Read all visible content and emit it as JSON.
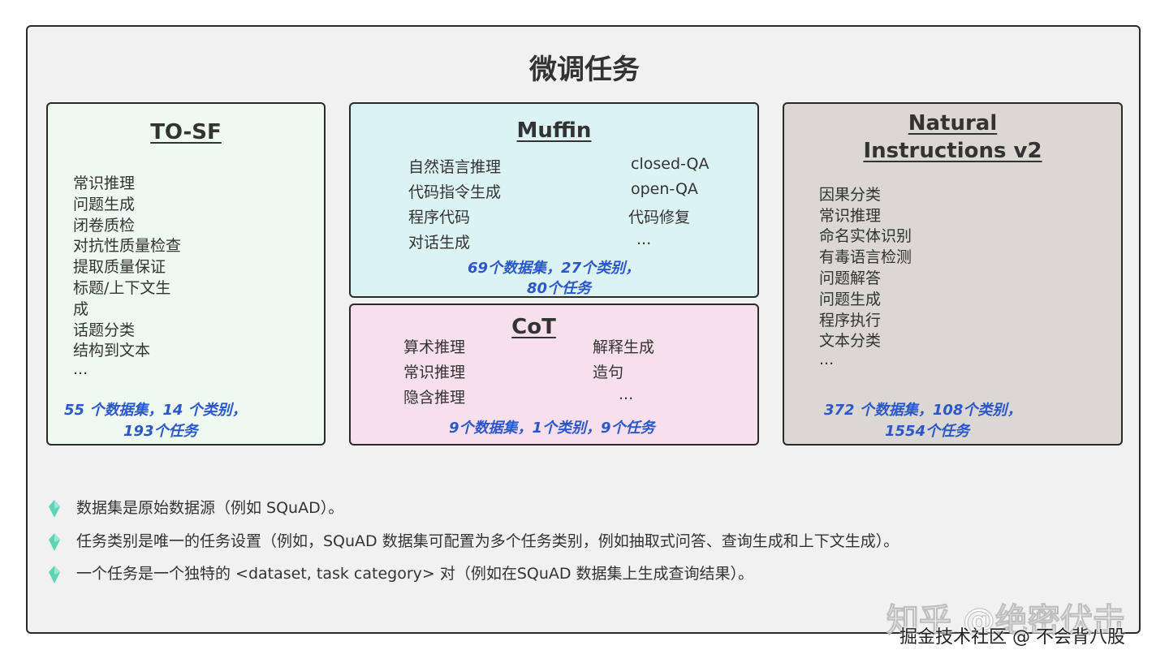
{
  "title": "微调任务",
  "tosf": {
    "title": "TO-SF",
    "items": [
      "常识推理",
      "问题生成",
      "闭卷质检",
      "对抗性质量检查",
      "提取质量保证",
      "标题/上下文生",
      "成",
      "话题分类",
      "结构到文本",
      "..."
    ],
    "stats_line1": "55 个数据集，14 个类别，",
    "stats_line2": "193个任务"
  },
  "muffin": {
    "title": "Muffin",
    "left_items": [
      "自然语言推理",
      "代码指令生成",
      "程序代码",
      "对话生成"
    ],
    "right_items": [
      "closed-QA",
      "open-QA",
      "代码修复",
      "..."
    ],
    "stats_line1": "69个数据集，27个类别，",
    "stats_line2": "80个任务"
  },
  "cot": {
    "title": "CoT",
    "left_items": [
      "算术推理",
      "常识推理",
      "隐含推理"
    ],
    "right_items": [
      "解释生成",
      "造句",
      "..."
    ],
    "stats": "9个数据集，1个类别，9个任务"
  },
  "niv2": {
    "title_line1": "Natural",
    "title_line2": "Instructions v2",
    "items": [
      "因果分类",
      "常识推理",
      "命名实体识别",
      "有毒语言检测",
      "问题解答",
      "问题生成",
      "程序执行",
      "文本分类",
      "..."
    ],
    "stats_line1": "372 个数据集，108个类别，",
    "stats_line2": "1554个任务"
  },
  "bullets": [
    "数据集是原始数据源（例如 SQuAD）。",
    "任务类别是唯一的任务设置（例如，SQuAD 数据集可配置为多个任务类别，例如抽取式问答、查询生成和上下文生成）。",
    "一个任务是一个独特的 <dataset, task category> 对（例如在SQuAD 数据集上生成查询结果）。"
  ],
  "watermark": {
    "line1": "知乎 @绝密伏击",
    "line2": "掘金技术社区 @ 不会背八股"
  },
  "colors": {
    "tosf_bg": "#eefaef",
    "muffin_bg": "#dcf3f3",
    "cot_bg": "#f8dfec",
    "niv2_bg": "#dbd7d3",
    "stat_text": "#2b57c9",
    "gem": "#5fd3b7"
  }
}
